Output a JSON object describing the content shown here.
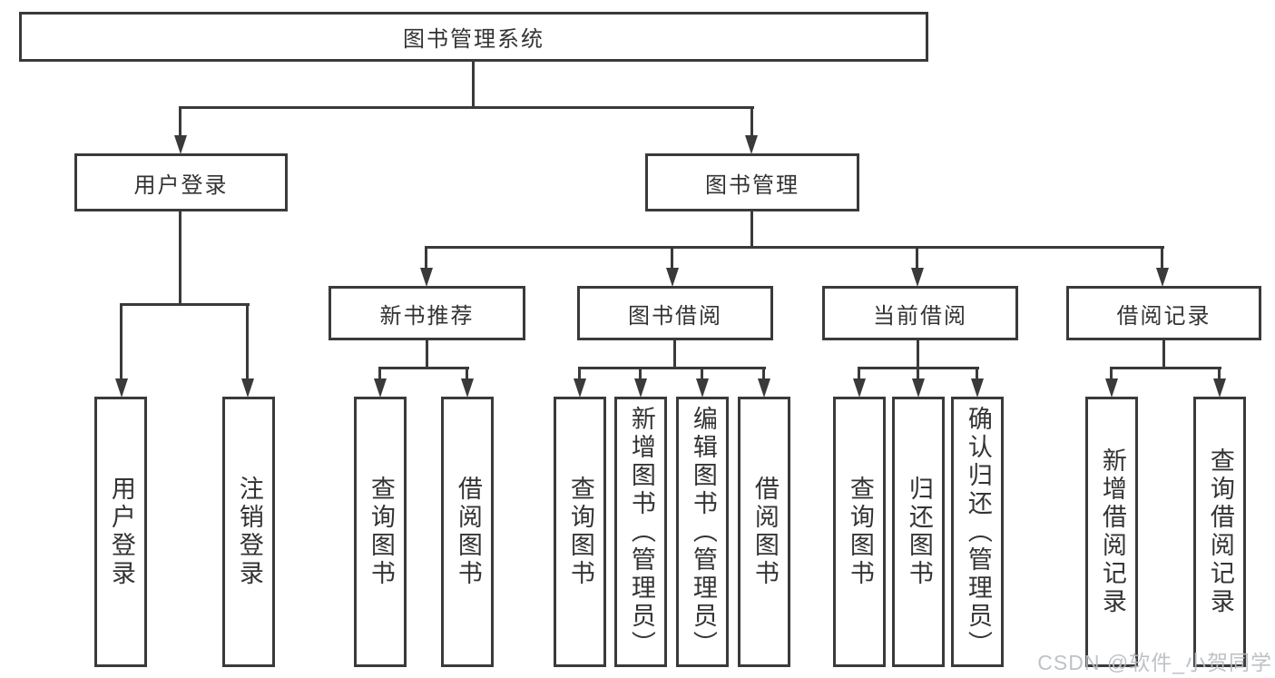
{
  "diagram": {
    "type": "tree",
    "title": "图书管理系统",
    "watermark": "CSDN @软件_小贺同学",
    "colors": {
      "line": "#3a3a3a",
      "text": "#333333",
      "background": "#ffffff",
      "watermark": "#b9bdc2"
    }
  },
  "tree": {
    "label": "图书管理系统",
    "children": [
      {
        "label": "用户登录",
        "children": [
          {
            "label": "用户登录"
          },
          {
            "label": "注销登录"
          }
        ]
      },
      {
        "label": "图书管理",
        "children": [
          {
            "label": "新书推荐",
            "children": [
              {
                "label": "查询图书"
              },
              {
                "label": "借阅图书"
              }
            ]
          },
          {
            "label": "图书借阅",
            "children": [
              {
                "label": "查询图书"
              },
              {
                "label": "新增图书（管理员）"
              },
              {
                "label": "编辑图书（管理员）"
              },
              {
                "label": "借阅图书"
              }
            ]
          },
          {
            "label": "当前借阅",
            "children": [
              {
                "label": "查询图书"
              },
              {
                "label": "归还图书"
              },
              {
                "label": "确认归还（管理员）"
              }
            ]
          },
          {
            "label": "借阅记录",
            "children": [
              {
                "label": "新增借阅记录"
              },
              {
                "label": "查询借阅记录"
              }
            ]
          }
        ]
      }
    ]
  }
}
